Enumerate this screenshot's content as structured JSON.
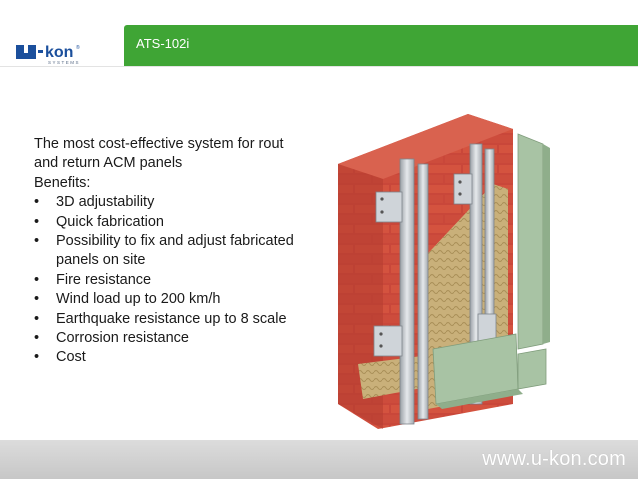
{
  "header": {
    "logo_text": "U-kon",
    "logo_subtext": "SYSTEMS",
    "title": "ATS-102i"
  },
  "content": {
    "intro_line1": "The most cost-effective system for rout",
    "intro_line2": "and return ACM panels",
    "benefits_heading": "Benefits:",
    "bullet_char": "•",
    "benefits": [
      "3D adjustability",
      "Quick fabrication",
      "Possibility to fix and adjust fabricated panels on site",
      "Fire resistance",
      "Wind load up to 200 km/h",
      "Earthquake resistance up to 8 scale",
      "Corrosion resistance",
      "Cost"
    ]
  },
  "footer": {
    "url": "www.u-kon.com"
  },
  "colors": {
    "accent_green": "#3fa535",
    "logo_blue": "#1b4f9c",
    "brick_red": "#c9473a",
    "panel_green": "#a8c3a4"
  }
}
